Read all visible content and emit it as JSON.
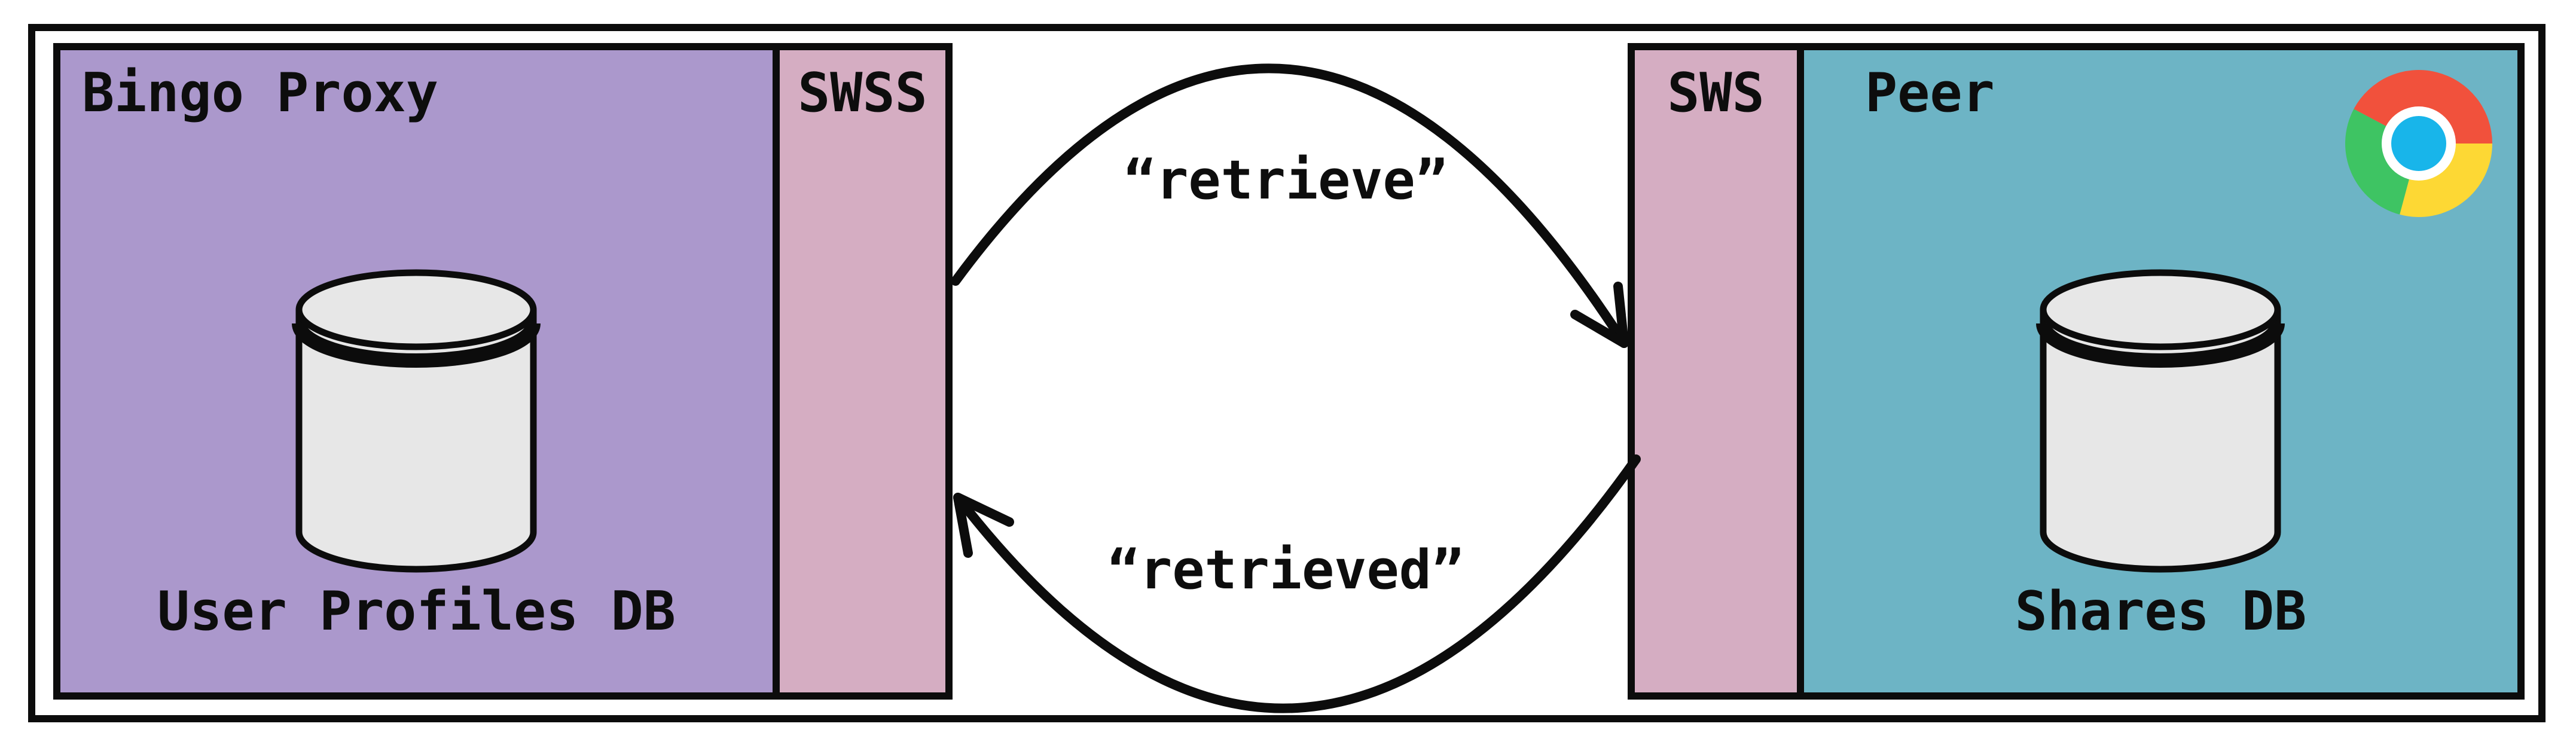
{
  "diagram": {
    "left_system": {
      "title": "Bingo Proxy",
      "interface_label": "SWSS",
      "database_label": "User Profiles DB"
    },
    "right_system": {
      "title": "Peer",
      "interface_label": "SWS",
      "database_label": "Shares DB"
    },
    "messages": {
      "request": "“retrieve”",
      "response": "“retrieved”"
    },
    "colors": {
      "left_system_fill": "#ab98cc",
      "interface_strip_fill": "#d5adc2",
      "right_system_fill": "#6db4c5",
      "cylinder_fill": "#e7e7e7",
      "outline_black": "#0c0c0c",
      "chrome_red": "#f1513c",
      "chrome_yellow": "#fdd834",
      "chrome_green": "#3ec463",
      "chrome_blue": "#18b5ea",
      "chrome_ring_white": "#ffffff"
    }
  }
}
